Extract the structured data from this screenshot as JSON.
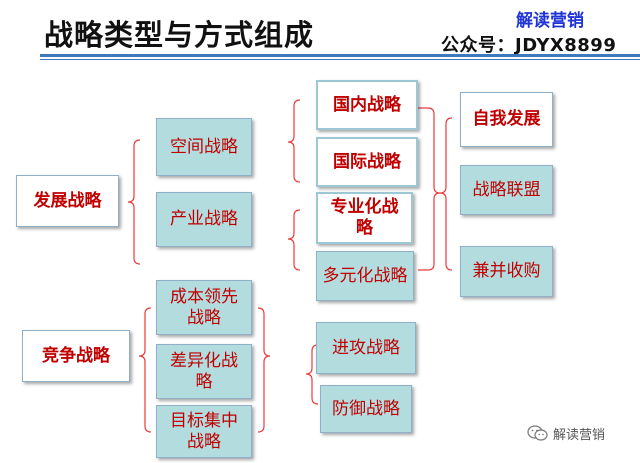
{
  "header": {
    "title": "战略类型与方式组成",
    "brand": "解读营销",
    "account": "公众号：JDYX8899"
  },
  "nodes": {
    "development": "发展战略",
    "competition": "竞争战略",
    "spatial": "空间战略",
    "industry": "产业战略",
    "domestic": "国内战略",
    "international": "国际战略",
    "specialization": "专业化战略",
    "diversification": "多元化战略",
    "self_development": "自我发展",
    "alliance": "战略联盟",
    "merger": "兼并收购",
    "cost_leadership": "成本领先战略",
    "differentiation": "差异化战略",
    "focus": "目标集中战略",
    "offensive": "进攻战略",
    "defensive": "防御战略"
  },
  "footer": {
    "watermark": "解读营销",
    "icon": "wechat-icon"
  }
}
